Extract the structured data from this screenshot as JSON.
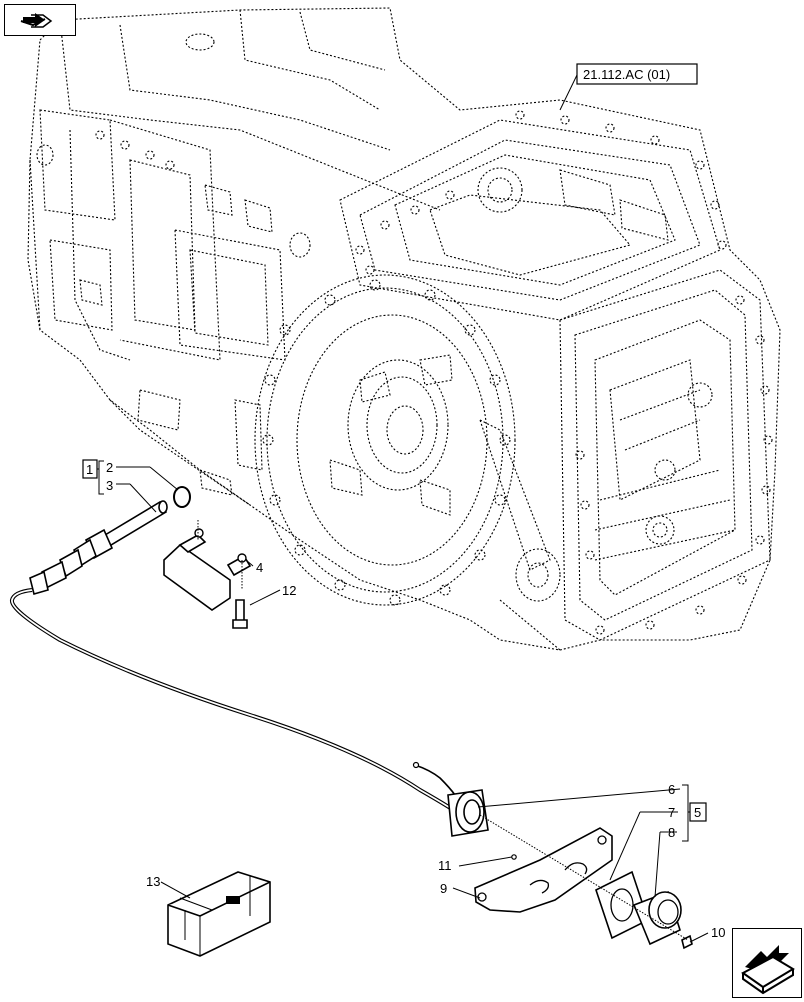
{
  "reference_link": "21.112.AC (01)",
  "groups": [
    {
      "id": "group-1",
      "label": "1"
    },
    {
      "id": "group-5",
      "label": "5"
    }
  ],
  "callouts": [
    {
      "id": "callout-2",
      "label": "2"
    },
    {
      "id": "callout-3",
      "label": "3"
    },
    {
      "id": "callout-4",
      "label": "4"
    },
    {
      "id": "callout-12",
      "label": "12"
    },
    {
      "id": "callout-6",
      "label": "6"
    },
    {
      "id": "callout-7",
      "label": "7"
    },
    {
      "id": "callout-8",
      "label": "8"
    },
    {
      "id": "callout-11",
      "label": "11"
    },
    {
      "id": "callout-9",
      "label": "9"
    },
    {
      "id": "callout-10",
      "label": "10"
    },
    {
      "id": "callout-13",
      "label": "13"
    }
  ],
  "nav": {
    "prev_icon": "arrow-left-page-icon",
    "next_icon": "arrow-right-page-icon"
  },
  "colors": {
    "ink": "#000000",
    "background": "#ffffff"
  }
}
